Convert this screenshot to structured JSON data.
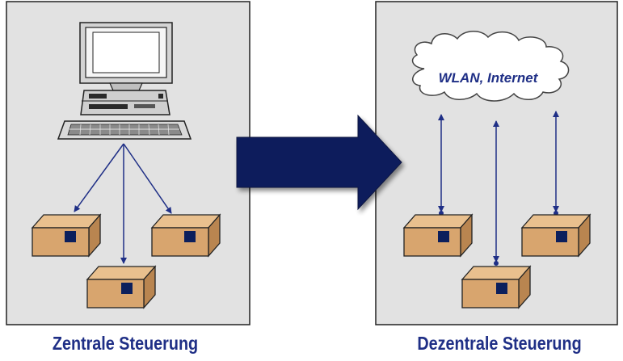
{
  "left_panel": {
    "caption": "Zentrale Steuerung"
  },
  "right_panel": {
    "caption": "Dezentrale Steuerung",
    "cloud_label": "WLAN, Internet"
  },
  "colors": {
    "panel_fill": "#e2e2e2",
    "arrow_fill": "#0c1f5c",
    "connector": "#1f2f86",
    "box_front": "#d8a56e",
    "box_top": "#e9c08e",
    "box_side": "#b98550",
    "box_square": "#0c1f5c",
    "caption": "#1f2f86"
  }
}
